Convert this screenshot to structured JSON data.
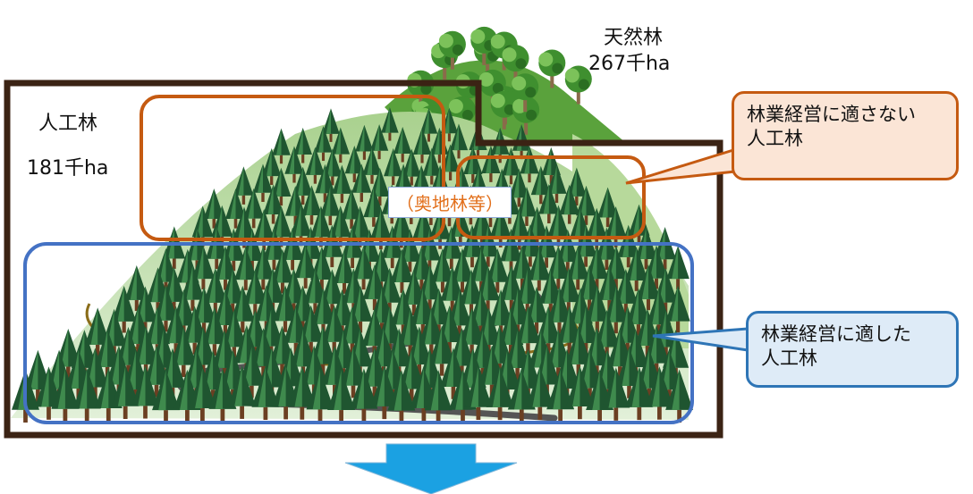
{
  "natural_forest": {
    "name": "天然林",
    "area": "267千ha"
  },
  "planted_forest": {
    "name": "人工林",
    "area": "181千ha"
  },
  "okuchi_label": "（奥地林等）",
  "callout_unsuitable": {
    "line1": "林業経営に適さない",
    "line2": "人工林"
  },
  "callout_suitable": {
    "line1": "林業経営に適した",
    "line2": "人工林"
  },
  "colors": {
    "frame": "#3b2314",
    "orange_box": "#c55a11",
    "blue_box": "#4472c4",
    "arrow": "#1ba1e2",
    "ground": "#c5e0a5",
    "tree_dark": "#2e6b3a",
    "tree_light": "#6cae4a",
    "road": "#505050",
    "path": "#7a5a12"
  }
}
